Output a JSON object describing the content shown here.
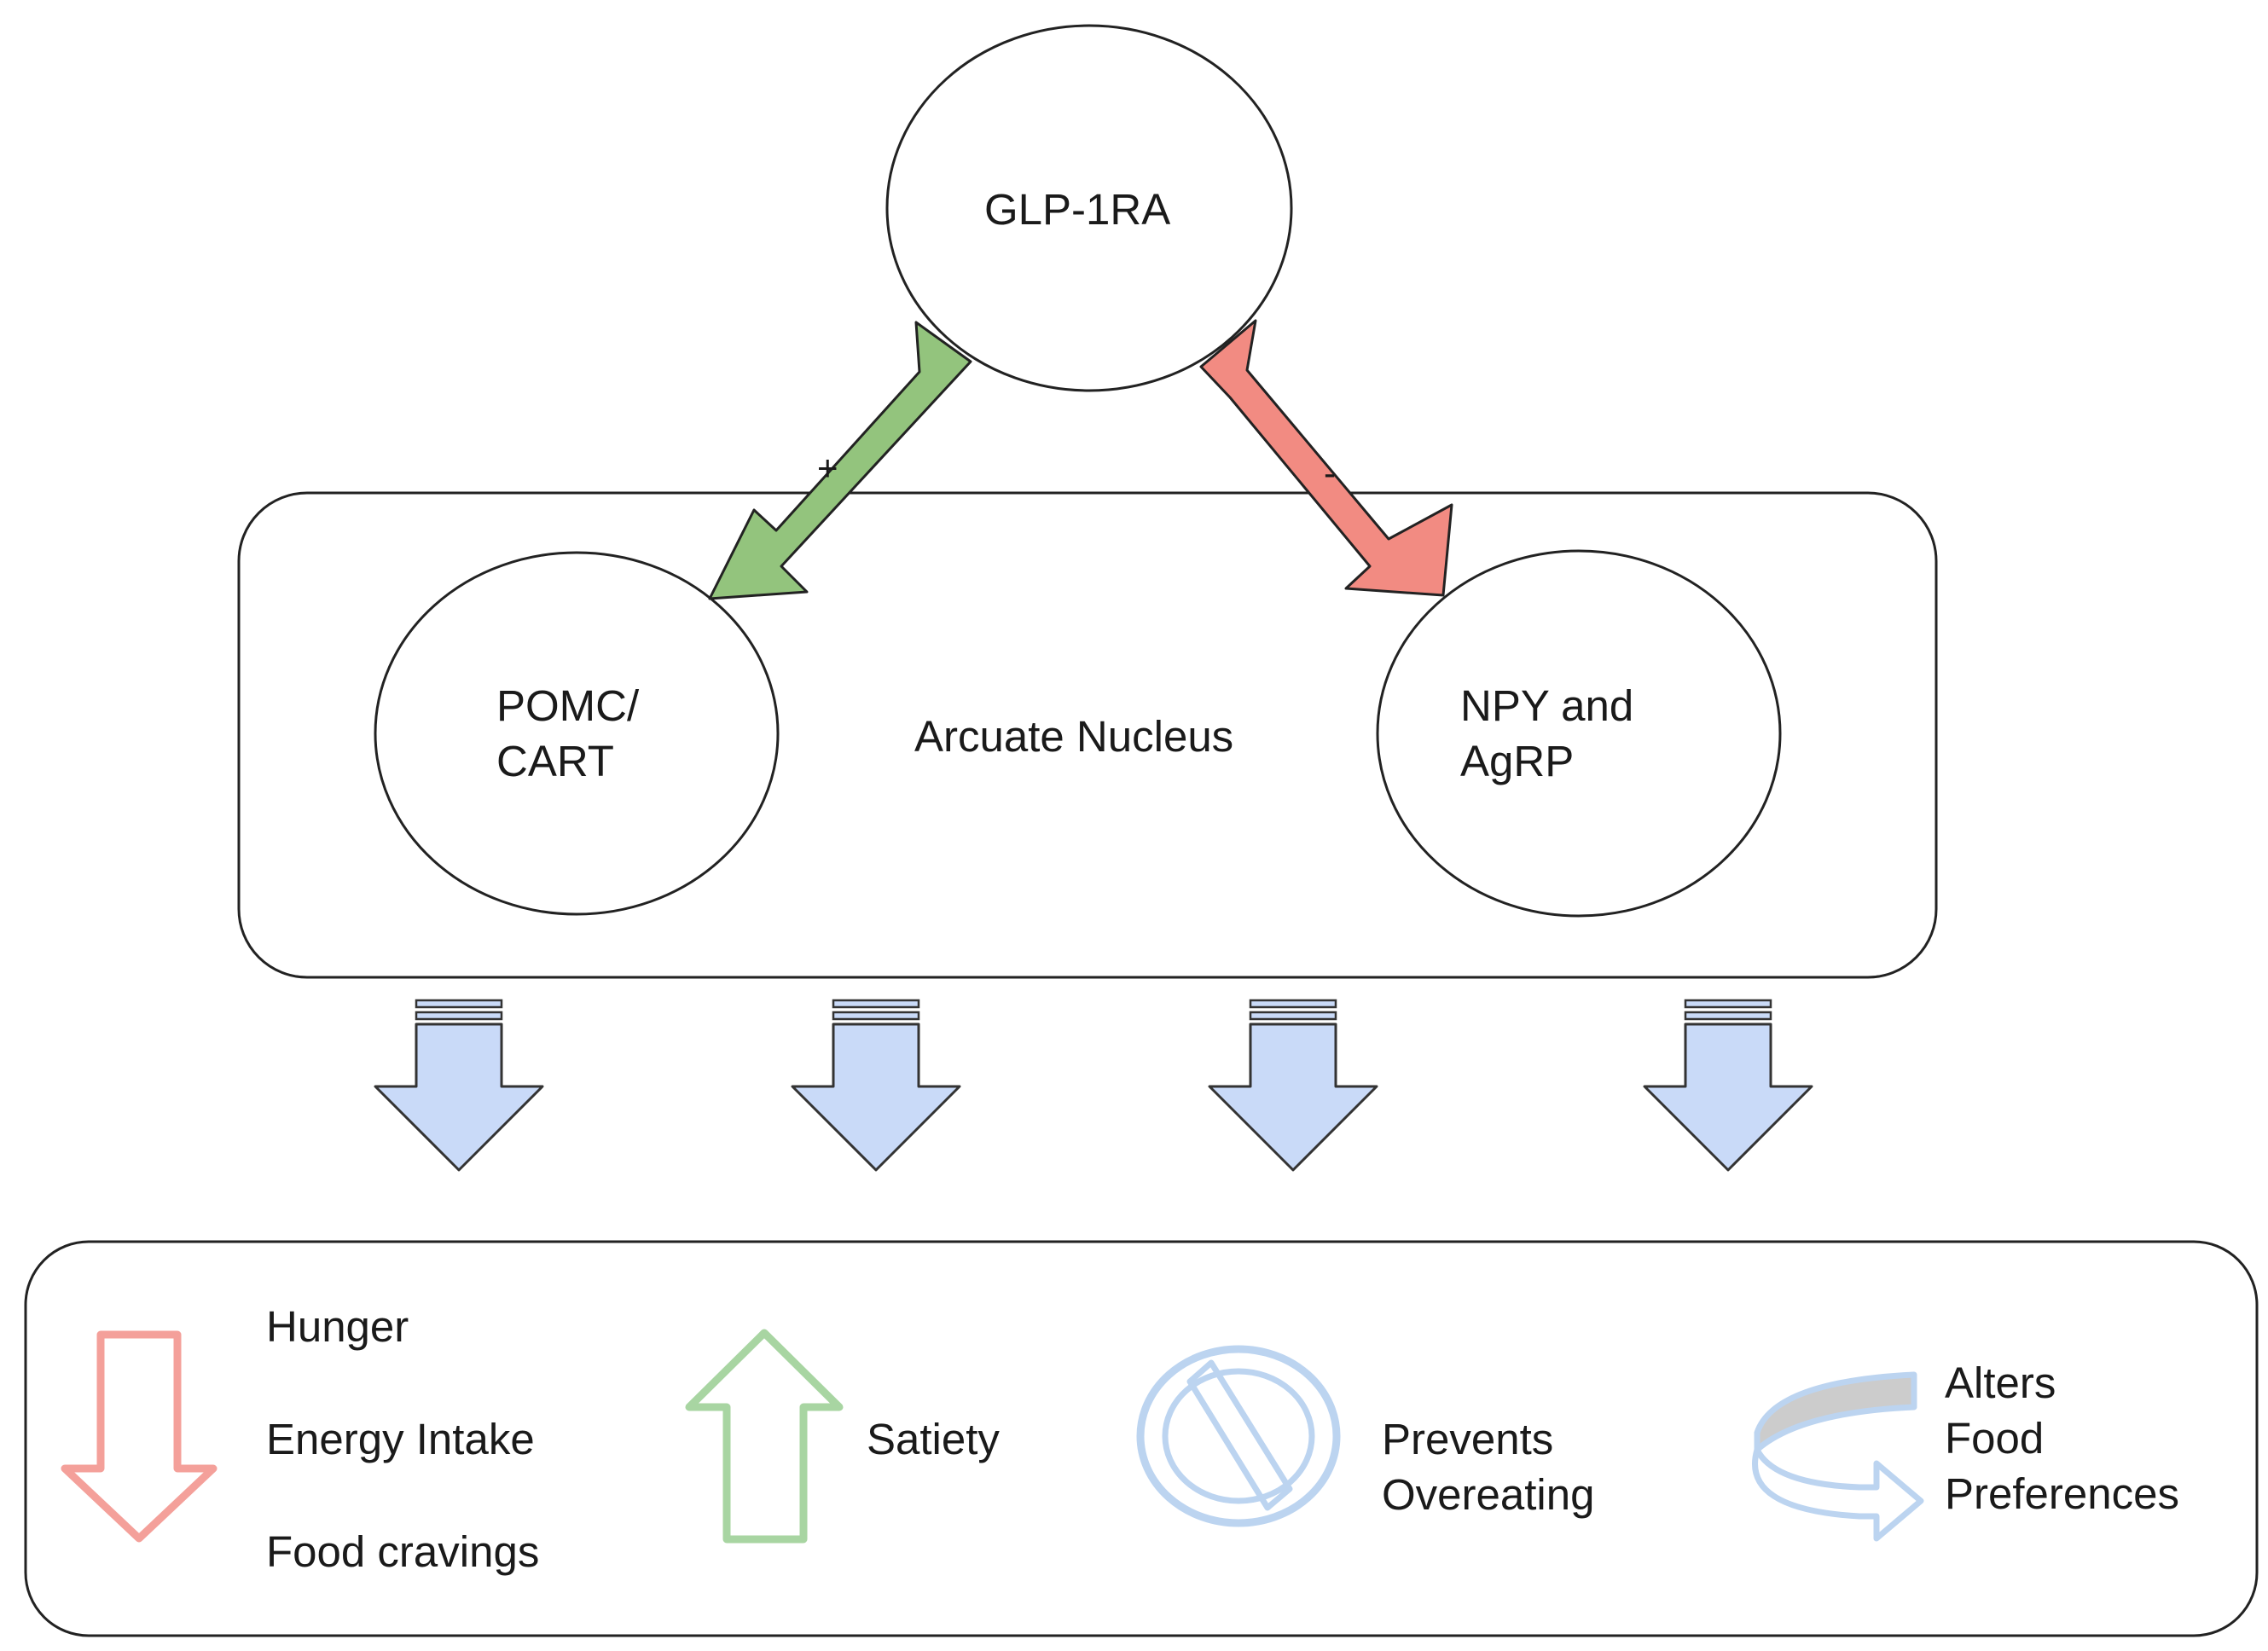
{
  "diagram": {
    "top_node": {
      "label": "GLP-1RA"
    },
    "arrows": {
      "to_pomc": {
        "sign": "+",
        "color": "#93c47d"
      },
      "to_npy": {
        "sign": "-",
        "color": "#f28b82"
      }
    },
    "nucleus": {
      "label": "Arcuate Nucleus",
      "left_node": {
        "label": "POMC/\nCART"
      },
      "right_node": {
        "label": "NPY and\nAgRP"
      }
    },
    "output_arrow_color": "#c9daf8",
    "effects": {
      "decrease": {
        "icon": "down-arrow-icon",
        "color": "#f4a09a",
        "items": [
          "Hunger",
          "Energy Intake",
          "Food cravings"
        ]
      },
      "increase": {
        "icon": "up-arrow-icon",
        "color": "#a8d5a2",
        "label": "Satiety"
      },
      "prevent": {
        "icon": "prohibited-icon",
        "color": "#bcd4f0",
        "label": "Prevents\nOvereating"
      },
      "alter": {
        "icon": "curved-arrow-icon",
        "color": "#bcd4f0",
        "label": "Alters\nFood\nPreferences"
      }
    }
  }
}
